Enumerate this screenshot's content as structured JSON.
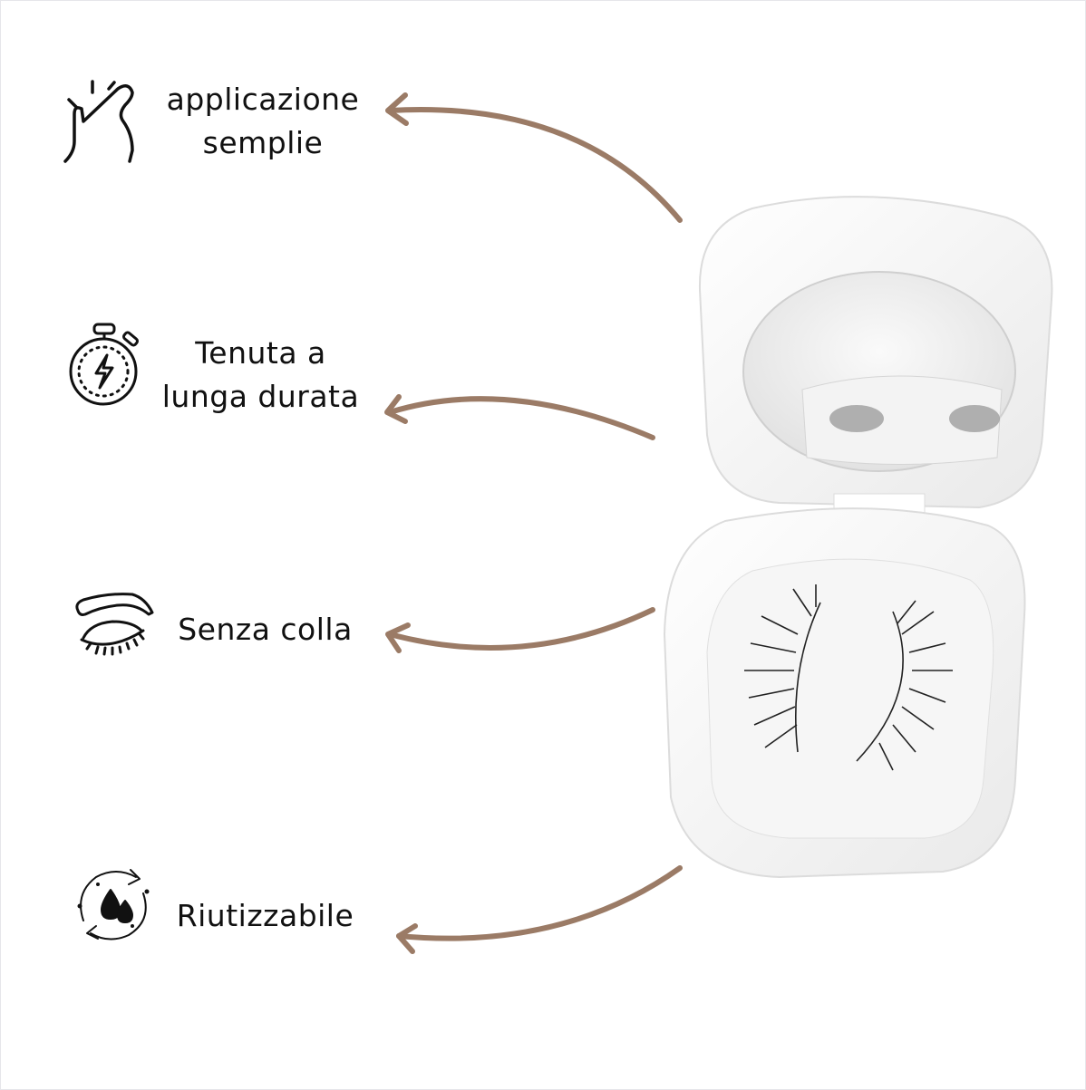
{
  "features": [
    {
      "label_line1": "applicazione",
      "label_line2": "semplie",
      "icon": "tap-hand-icon"
    },
    {
      "label_line1": "Tenuta a",
      "label_line2": "lunga durata",
      "icon": "stopwatch-lightning-icon"
    },
    {
      "label": "Senza colla",
      "icon": "closed-eye-icon"
    },
    {
      "label": "Riutizzabile",
      "icon": "reuse-drops-icon"
    }
  ],
  "colors": {
    "arrow": "#9b7b66",
    "text": "#111111",
    "case": "#ffffff"
  }
}
